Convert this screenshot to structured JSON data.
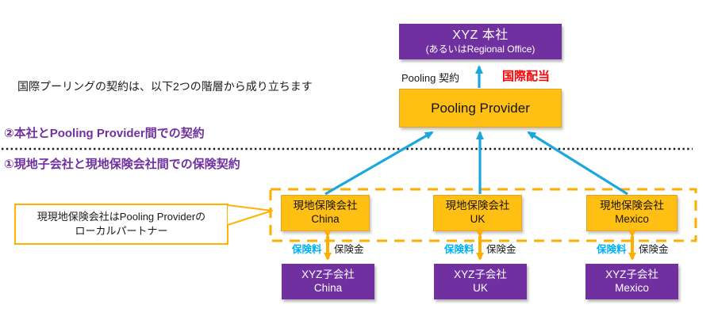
{
  "diagram": {
    "intro_text": "国際プーリングの契約は、以下2つの階層から成り立ちます",
    "layer2_heading": "②本社とPooling Provider間での契約",
    "layer1_heading": "①現地子会社と現地保険会社間での保険契約",
    "hq_box": {
      "line1": "XYZ 本社",
      "line2": "(あるいはRegional Office)"
    },
    "pooling_contract_label": "Pooling 契約",
    "international_dividend_label": "国際配当",
    "pooling_provider_label": "Pooling Provider",
    "callout": {
      "line1": "現現地保険会社はPooling Providerの",
      "line2": "ローカルパートナー"
    },
    "insurers": [
      {
        "line1": "現地保険会社",
        "line2": "China"
      },
      {
        "line1": "現地保険会社",
        "line2": "UK"
      },
      {
        "line1": "現地保険会社",
        "line2": "Mexico"
      }
    ],
    "subsidiaries": [
      {
        "line1": "XYZ子会社",
        "line2": "China"
      },
      {
        "line1": "XYZ子会社",
        "line2": "UK"
      },
      {
        "line1": "XYZ子会社",
        "line2": "Mexico"
      }
    ],
    "premium_label": "保険料",
    "claim_label": "保険金",
    "colors": {
      "purple": "#7030A0",
      "orange": "#FFC013",
      "arrow_blue": "#1BA7DE",
      "premium_cyan": "#00B0F0",
      "dividend_red": "#FF0000",
      "dashed_gold": "#FFAE00"
    }
  }
}
